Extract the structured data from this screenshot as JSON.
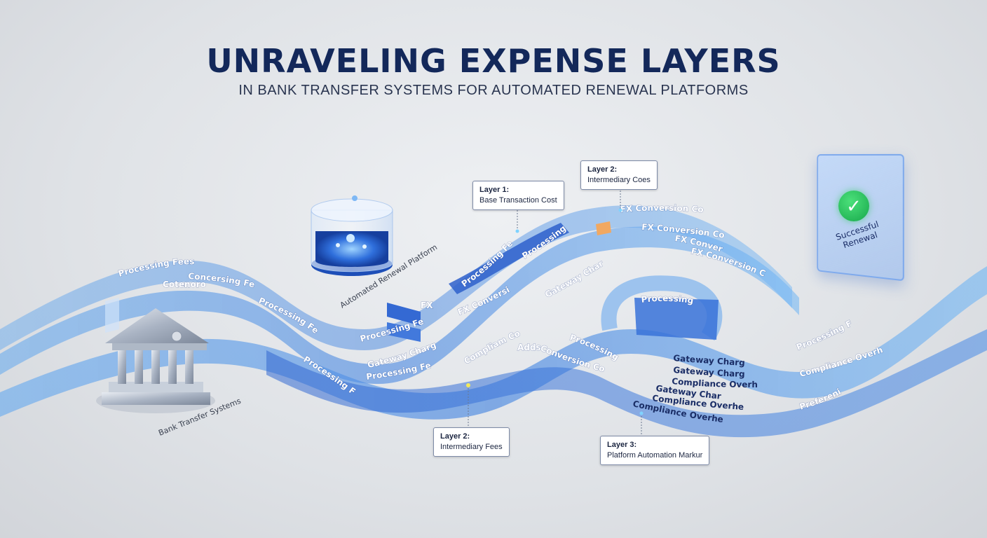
{
  "header": {
    "title": "UNRAVELING EXPENSE LAYERS",
    "subtitle": "IN BANK TRANSFER SYSTEMS FOR AUTOMATED RENEWAL PLATFORMS"
  },
  "nodes": {
    "bank": "Bank Transfer Systems",
    "platform": "Automated Renewal Platform",
    "success": "Successful Renewal"
  },
  "callouts": {
    "layer1": {
      "layer": "Layer 1:",
      "text": "Base Transaction Cost"
    },
    "layer2_top": {
      "layer": "Layer 2:",
      "text": "Intermediary Coes"
    },
    "layer2_bottom": {
      "layer": "Layer 2:",
      "text": "Intermediary Fees"
    },
    "layer3": {
      "layer": "Layer 3:",
      "text": "Platform Automation Markur"
    }
  },
  "ribbon_labels": {
    "left_processing": "Processing Fees",
    "left_conversing": "Concersing Fees",
    "left_connected": "Cotenorord",
    "mid_processing_1": "Processing Fees",
    "mid_processing_2": "Processing Fees",
    "mid_processing_3": "Processing Fees",
    "mid_gateway": "Gateway Charges",
    "mid_processing_4": "Processing Fees",
    "diag_processing_1": "Processing Fees",
    "diag_processing_2": "Processing Fees",
    "fx_conversion": "FX Conversion",
    "fx_short": "FX",
    "gateway_charges_upper": "Gateway Charges",
    "compliance_costs": "Compliam Costs",
    "adds": "Adds",
    "conversion_costs": "Conversion Costs",
    "processing_feels": "Processing Feels",
    "fx_costs_1": "FX Conversion Costs",
    "fx_costs_2": "FX Conversion Costs",
    "fx_costs_3": "FX Conversion Costs",
    "fx_costs_4": "FX Conversion Costs",
    "loop_processing": "Processing Feels",
    "right_gateway_1": "Gateway Charges",
    "right_gateway_2": "Gateway Charges",
    "right_compliance_1": "Compliance Overheads",
    "right_gateway_3": "Gateway Charges",
    "right_compliance_2": "Compliance Overheads",
    "right_compliance_3": "Compliance Overheads",
    "far_processing": "Processing Fees",
    "far_compliance": "Compliance Overheads",
    "far_preferring": "Preferening"
  },
  "colors": {
    "title": "#13285a",
    "ribbon_light": "#8fc3f5",
    "ribbon_mid": "#4f8fe6",
    "ribbon_dark": "#1f56c9",
    "success_green": "#22b456"
  }
}
